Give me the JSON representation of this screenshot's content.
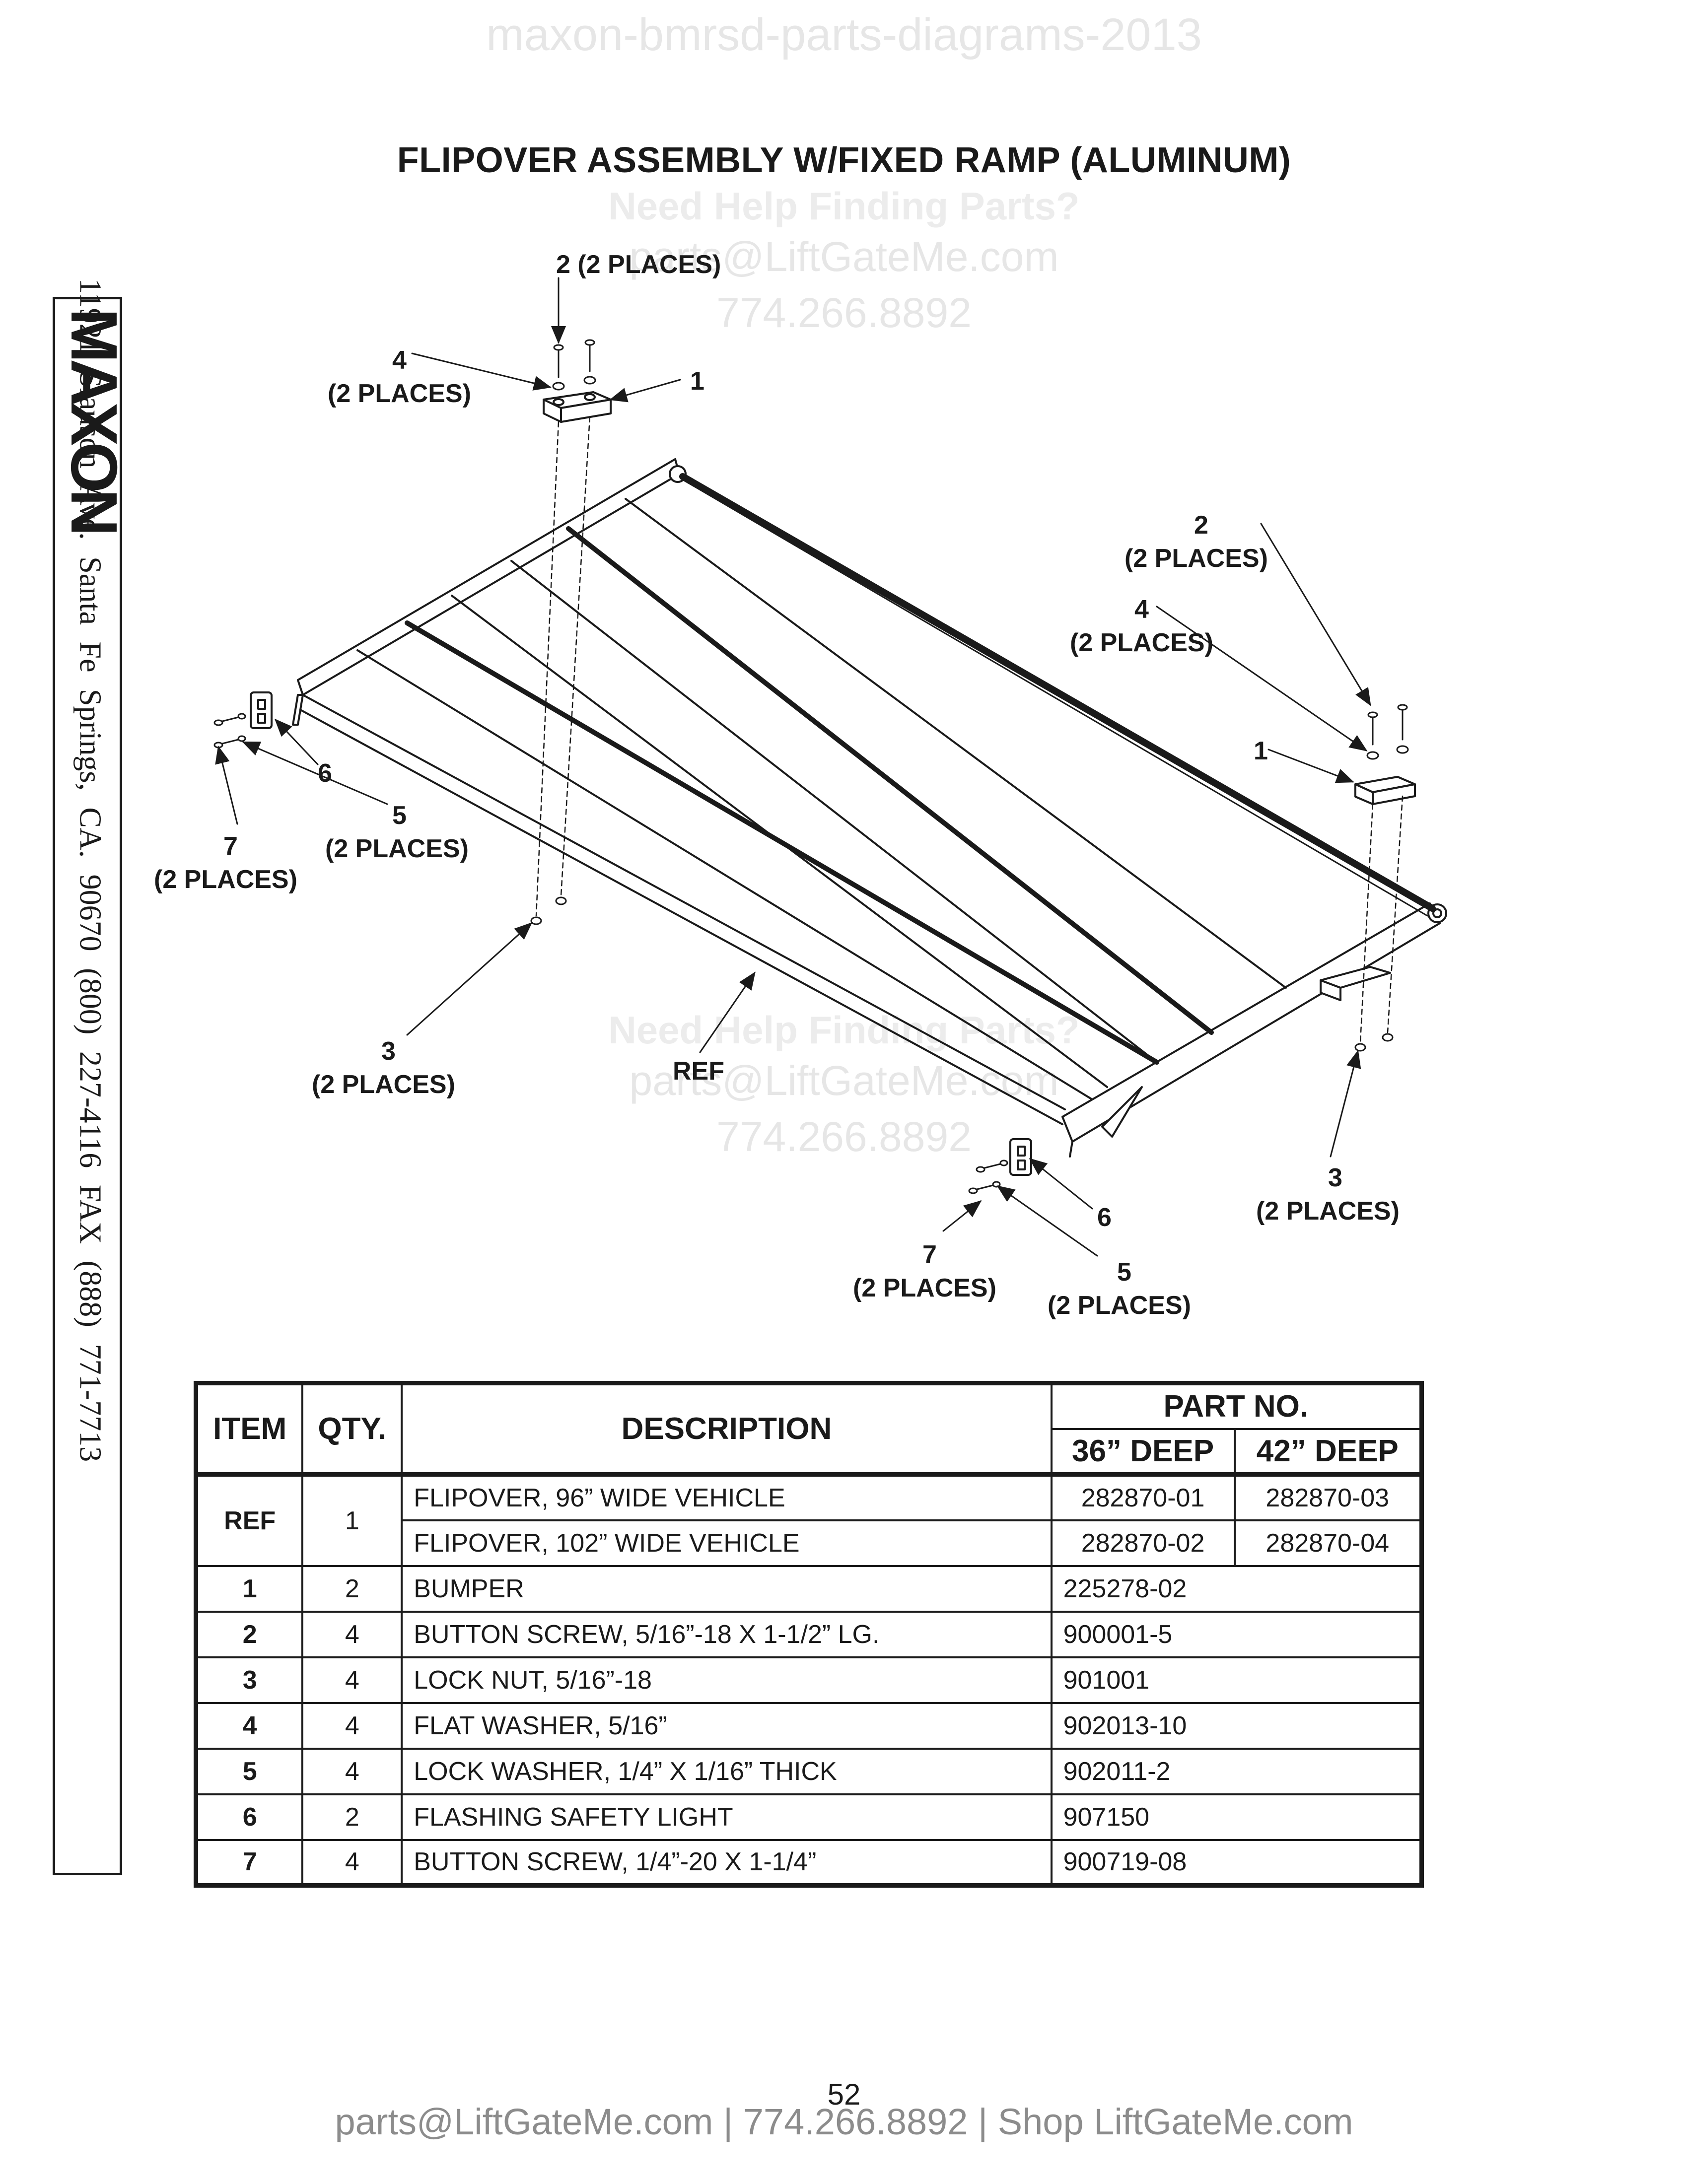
{
  "watermark": {
    "top": "maxon-bmrsd-parts-diagrams-2013",
    "help": "Need Help Finding Parts?",
    "email": "parts@LiftGateMe.com",
    "phone": "774.266.8892"
  },
  "title": "FLIPOVER ASSEMBLY W/FIXED RAMP (ALUMINUM)",
  "sidebar": {
    "brand": "MAXON",
    "registered": "®",
    "address": "11921 Slauson Ave.   Santa Fe Springs, CA.   90670   (800) 227-4116   FAX (888) 771-7713"
  },
  "callouts": {
    "c2_top": "2 (2 PLACES)",
    "c4_left_num": "4",
    "c4_left_places": "(2 PLACES)",
    "c1_top": "1",
    "c2_right_num": "2",
    "c2_right_places": "(2 PLACES)",
    "c4_right_num": "4",
    "c4_right_places": "(2 PLACES)",
    "c1_right": "1",
    "c6_left": "6",
    "c5_left_num": "5",
    "c5_left_places": "(2 PLACES)",
    "c7_left_num": "7",
    "c7_left_places": "(2 PLACES)",
    "c3_left_num": "3",
    "c3_left_places": "(2 PLACES)",
    "ref": "REF",
    "c3_right_num": "3",
    "c3_right_places": "(2 PLACES)",
    "c6_right": "6",
    "c7_right_num": "7",
    "c7_right_places": "(2 PLACES)",
    "c5_right_num": "5",
    "c5_right_places": "(2 PLACES)"
  },
  "table": {
    "headers": {
      "item": "ITEM",
      "qty": "QTY.",
      "description": "DESCRIPTION",
      "part_no": "PART NO.",
      "deep36": "36” DEEP",
      "deep42": "42” DEEP"
    },
    "ref": {
      "item": "REF",
      "qty": "1",
      "rows": [
        {
          "description": "FLIPOVER, 96” WIDE VEHICLE",
          "deep36": "282870-01",
          "deep42": "282870-03"
        },
        {
          "description": "FLIPOVER, 102” WIDE VEHICLE",
          "deep36": "282870-02",
          "deep42": "282870-04"
        }
      ]
    },
    "rows": [
      {
        "item": "1",
        "qty": "2",
        "description": "BUMPER",
        "part": "225278-02"
      },
      {
        "item": "2",
        "qty": "4",
        "description": "BUTTON SCREW, 5/16”-18 X 1-1/2” LG.",
        "part": "900001-5"
      },
      {
        "item": "3",
        "qty": "4",
        "description": "LOCK NUT, 5/16”-18",
        "part": "901001"
      },
      {
        "item": "4",
        "qty": "4",
        "description": "FLAT WASHER, 5/16”",
        "part": "902013-10"
      },
      {
        "item": "5",
        "qty": "4",
        "description": "LOCK WASHER, 1/4” X 1/16” THICK",
        "part": "902011-2"
      },
      {
        "item": "6",
        "qty": "2",
        "description": "FLASHING SAFETY LIGHT",
        "part": "907150"
      },
      {
        "item": "7",
        "qty": "4",
        "description": "BUTTON SCREW, 1/4”-20 X 1-1/4”",
        "part": "900719-08"
      }
    ]
  },
  "page_number": "52",
  "footer": "parts@LiftGateMe.com | 774.266.8892 | Shop LiftGateMe.com"
}
